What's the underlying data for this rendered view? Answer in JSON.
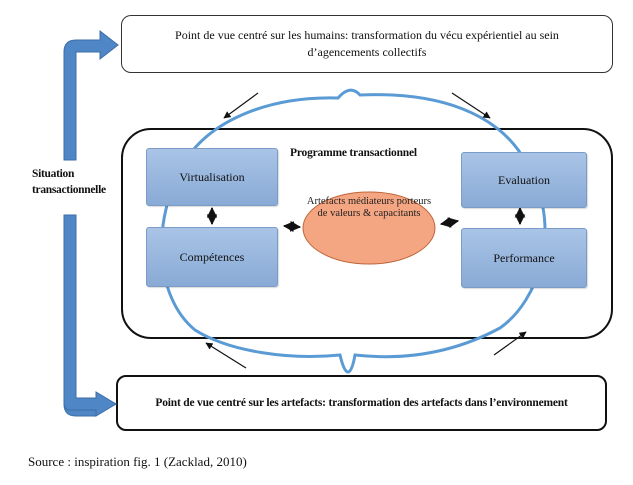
{
  "top_box": {
    "text": "Point de vue centré sur les humains: transformation du vécu expérientiel au sein d’agencements collectifs"
  },
  "bottom_box": {
    "text": "Point de vue centré sur les artefacts: transformation des artefacts dans l’environnement"
  },
  "side_label": {
    "line1": "Situation",
    "line2": "transactionnelle"
  },
  "program": {
    "title": "Programme transactionnel"
  },
  "nodes": {
    "virtualisation": "Virtualisation",
    "competences": "Compétences",
    "evaluation": "Evaluation",
    "performance": "Performance"
  },
  "center": {
    "text": "Artefacts médiateurs porteurs de valeurs & capacitants"
  },
  "source": "Source : inspiration fig. 1 (Zacklad, 2010)",
  "colors": {
    "blue_arrow": "#4f86c6",
    "loop": "#5b9bd5",
    "node_fill": "#9dbbe3",
    "ellipse_fill": "#f4a582",
    "ellipse_stroke": "#c0663a"
  }
}
